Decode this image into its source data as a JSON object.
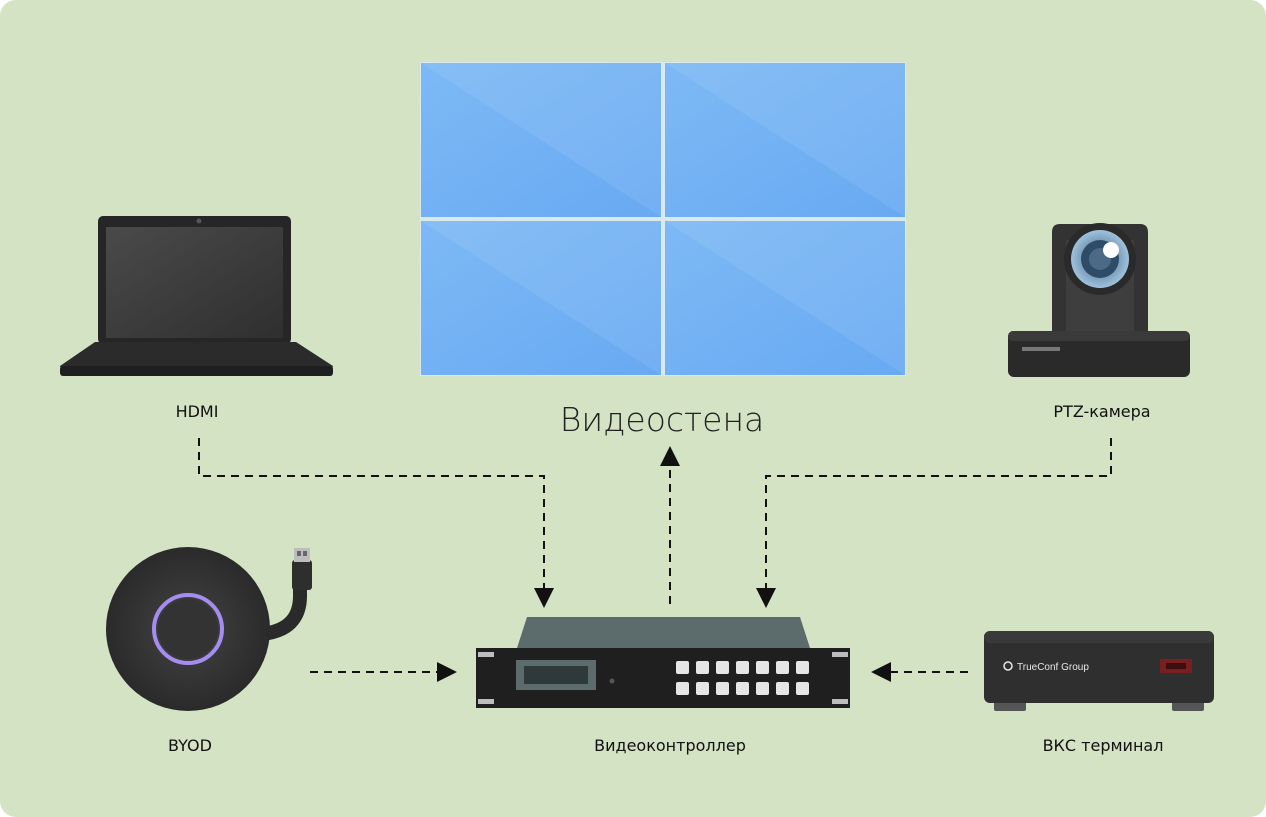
{
  "diagram": {
    "videowall_label": "Видеостена",
    "hdmi_label": "HDMI",
    "ptz_label": "PTZ-камера",
    "byod_label": "BYOD",
    "controller_label": "Видеоконтроллер",
    "vks_label": "ВКС терминал",
    "terminal_brand": "TrueConf Group"
  },
  "colors": {
    "background": "#d3e3c4",
    "screen": "#6fb0f5",
    "device_dark": "#3a3a3a",
    "accent_ring": "#a58cf0",
    "connector": "#111111"
  }
}
